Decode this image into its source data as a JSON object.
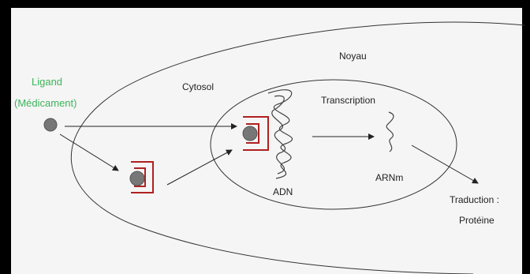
{
  "labels": {
    "ligand": "Ligand",
    "medicament": "(Médicament)",
    "cytosol": "Cytosol",
    "noyau": "Noyau",
    "transcription": "Transcription",
    "adn": "ADN",
    "arnm": "ARNm",
    "traduction": "Traduction :",
    "proteine": "Protéine"
  },
  "colors": {
    "ligand_text": "#3db35a",
    "receptor": "#b02020",
    "ligand_ball": "#777777",
    "stroke": "#333333"
  }
}
